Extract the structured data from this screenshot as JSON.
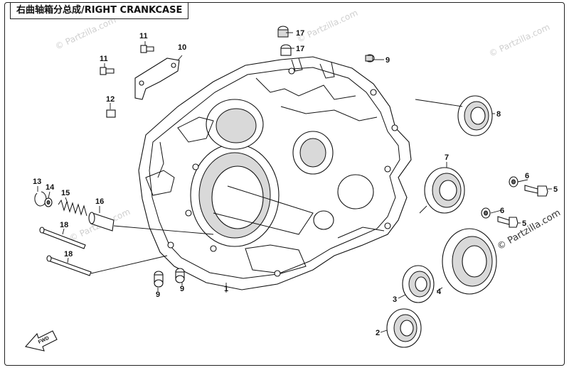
{
  "title": "右曲轴箱分总成/RIGHT CRANKCASE",
  "watermark": "© Partzilla.com",
  "fwd_label": "FWD",
  "colors": {
    "line": "#111111",
    "shade": "#d9d9d9",
    "watermark": "#cfcfcf"
  },
  "callouts": [
    {
      "id": "c1",
      "label": "1"
    },
    {
      "id": "c2",
      "label": "2"
    },
    {
      "id": "c3",
      "label": "3"
    },
    {
      "id": "c4",
      "label": "4"
    },
    {
      "id": "c5",
      "label": "5"
    },
    {
      "id": "c6a",
      "label": "6"
    },
    {
      "id": "c6b",
      "label": "6"
    },
    {
      "id": "c7",
      "label": "7"
    },
    {
      "id": "c8",
      "label": "8"
    },
    {
      "id": "c9a",
      "label": "9"
    },
    {
      "id": "c9b",
      "label": "9"
    },
    {
      "id": "c9c",
      "label": "9"
    },
    {
      "id": "c10",
      "label": "10"
    },
    {
      "id": "c11a",
      "label": "11"
    },
    {
      "id": "c11b",
      "label": "11"
    },
    {
      "id": "c12",
      "label": "12"
    },
    {
      "id": "c13",
      "label": "13"
    },
    {
      "id": "c14",
      "label": "14"
    },
    {
      "id": "c15",
      "label": "15"
    },
    {
      "id": "c16",
      "label": "16"
    },
    {
      "id": "c17",
      "label": "17"
    },
    {
      "id": "c18a",
      "label": "18"
    },
    {
      "id": "c18b",
      "label": "18"
    }
  ]
}
